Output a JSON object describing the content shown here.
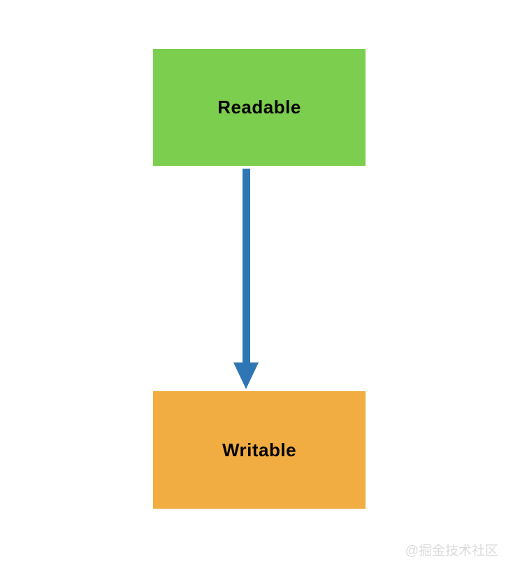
{
  "diagram": {
    "type": "flow",
    "direction": "top-to-bottom",
    "nodes": {
      "readable": {
        "label": "Readable",
        "fill": "#7CCE4E",
        "text_color": "#000000"
      },
      "writable": {
        "label": "Writable",
        "fill": "#F1AD41",
        "text_color": "#000000"
      }
    },
    "edge": {
      "from": "Readable",
      "to": "Writable",
      "style": "arrow-down",
      "color": "#2F76B5"
    }
  },
  "watermark": {
    "text": "@掘金技术社区",
    "color": "#DBDBDB"
  }
}
